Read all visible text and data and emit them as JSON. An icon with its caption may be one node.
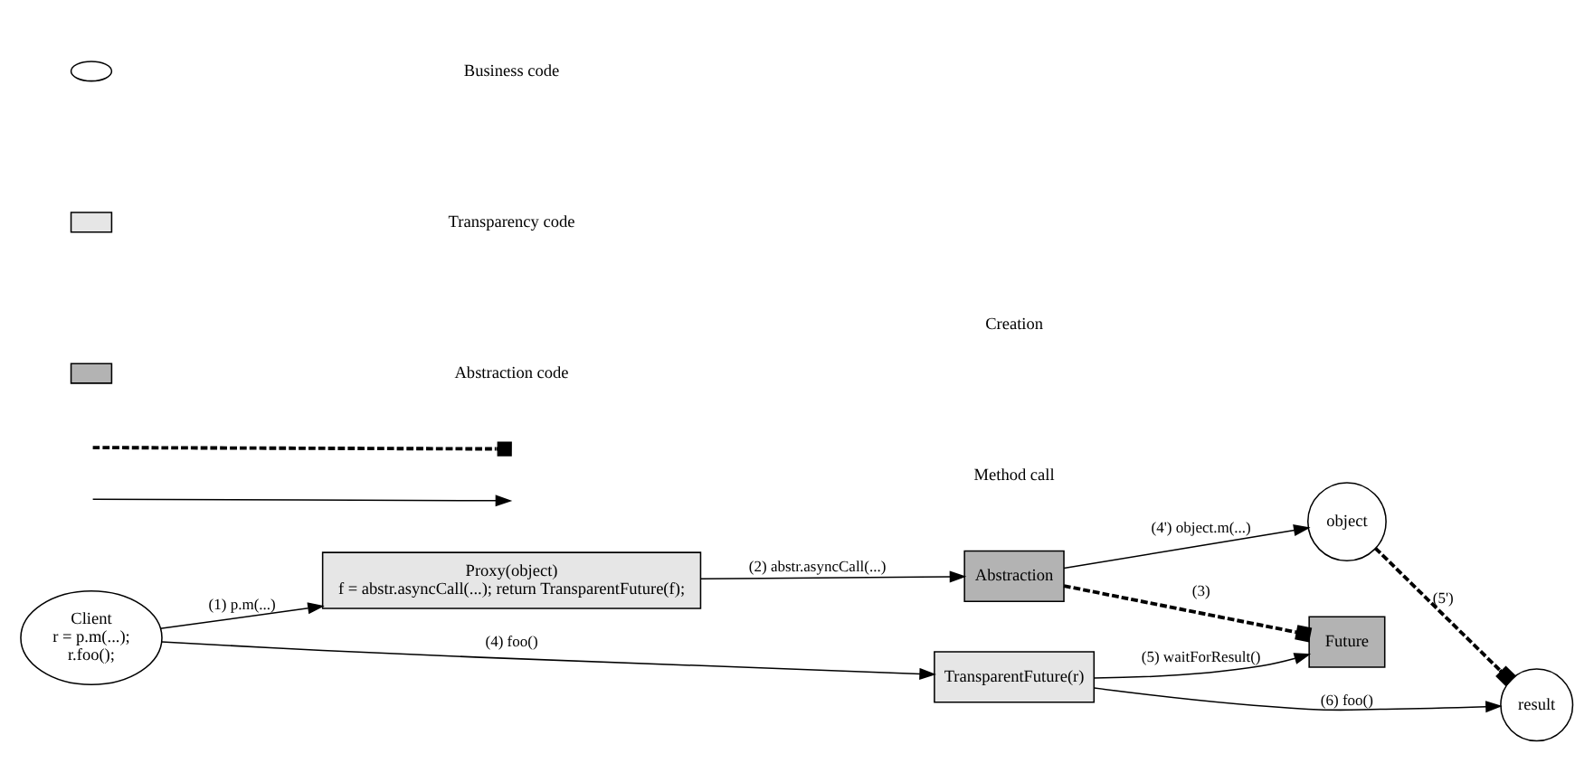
{
  "diagram": {
    "nodes": [
      {
        "text": [
          "Client",
          "r = p.m(...);",
          "r.foo();"
        ]
      },
      {
        "text": [
          "Proxy(object)",
          "f = abstr.asyncCall(...); return TransparentFuture(f);"
        ]
      },
      {
        "text": [
          "Abstraction"
        ]
      },
      {
        "text": [
          "object"
        ]
      },
      {
        "text": [
          "TransparentFuture(r)"
        ]
      },
      {
        "text": [
          "Future"
        ]
      },
      {
        "text": [
          "result"
        ]
      }
    ],
    "edges": [
      {
        "from": 0,
        "to": 1,
        "arrow": "to",
        "label": "(1) p.m(...)"
      },
      {
        "from": 1,
        "to": 2,
        "arrow": "to",
        "label": "(2) abstr.asyncCall(...)"
      },
      {
        "from": 2,
        "to": 3,
        "arrow": "to",
        "label": "(4') object.m(...)"
      },
      {
        "from": 2,
        "to": 5,
        "arrow": "other",
        "style": "dashed",
        "label": "(3)"
      },
      {
        "from": 0,
        "to": 4,
        "arrow": "to",
        "label": "(4) foo()"
      },
      {
        "from": 4,
        "to": 5,
        "arrow": "to",
        "label": "(5) waitForResult()"
      },
      {
        "from": 4,
        "to": 6,
        "arrow": "to",
        "label": "(6) foo()"
      },
      {
        "from": 3,
        "to": 6,
        "arrow": "other",
        "style": "dashed",
        "label": "(5')"
      }
    ],
    "legend": [
      {
        "text": "Business code"
      },
      {
        "text": "Transparency code",
        "color": "#e6e6e6"
      },
      {
        "text": "Abstraction code",
        "color": "#b3b3b3"
      },
      {
        "text": "Creation"
      },
      {
        "text": "Method call"
      }
    ]
  }
}
